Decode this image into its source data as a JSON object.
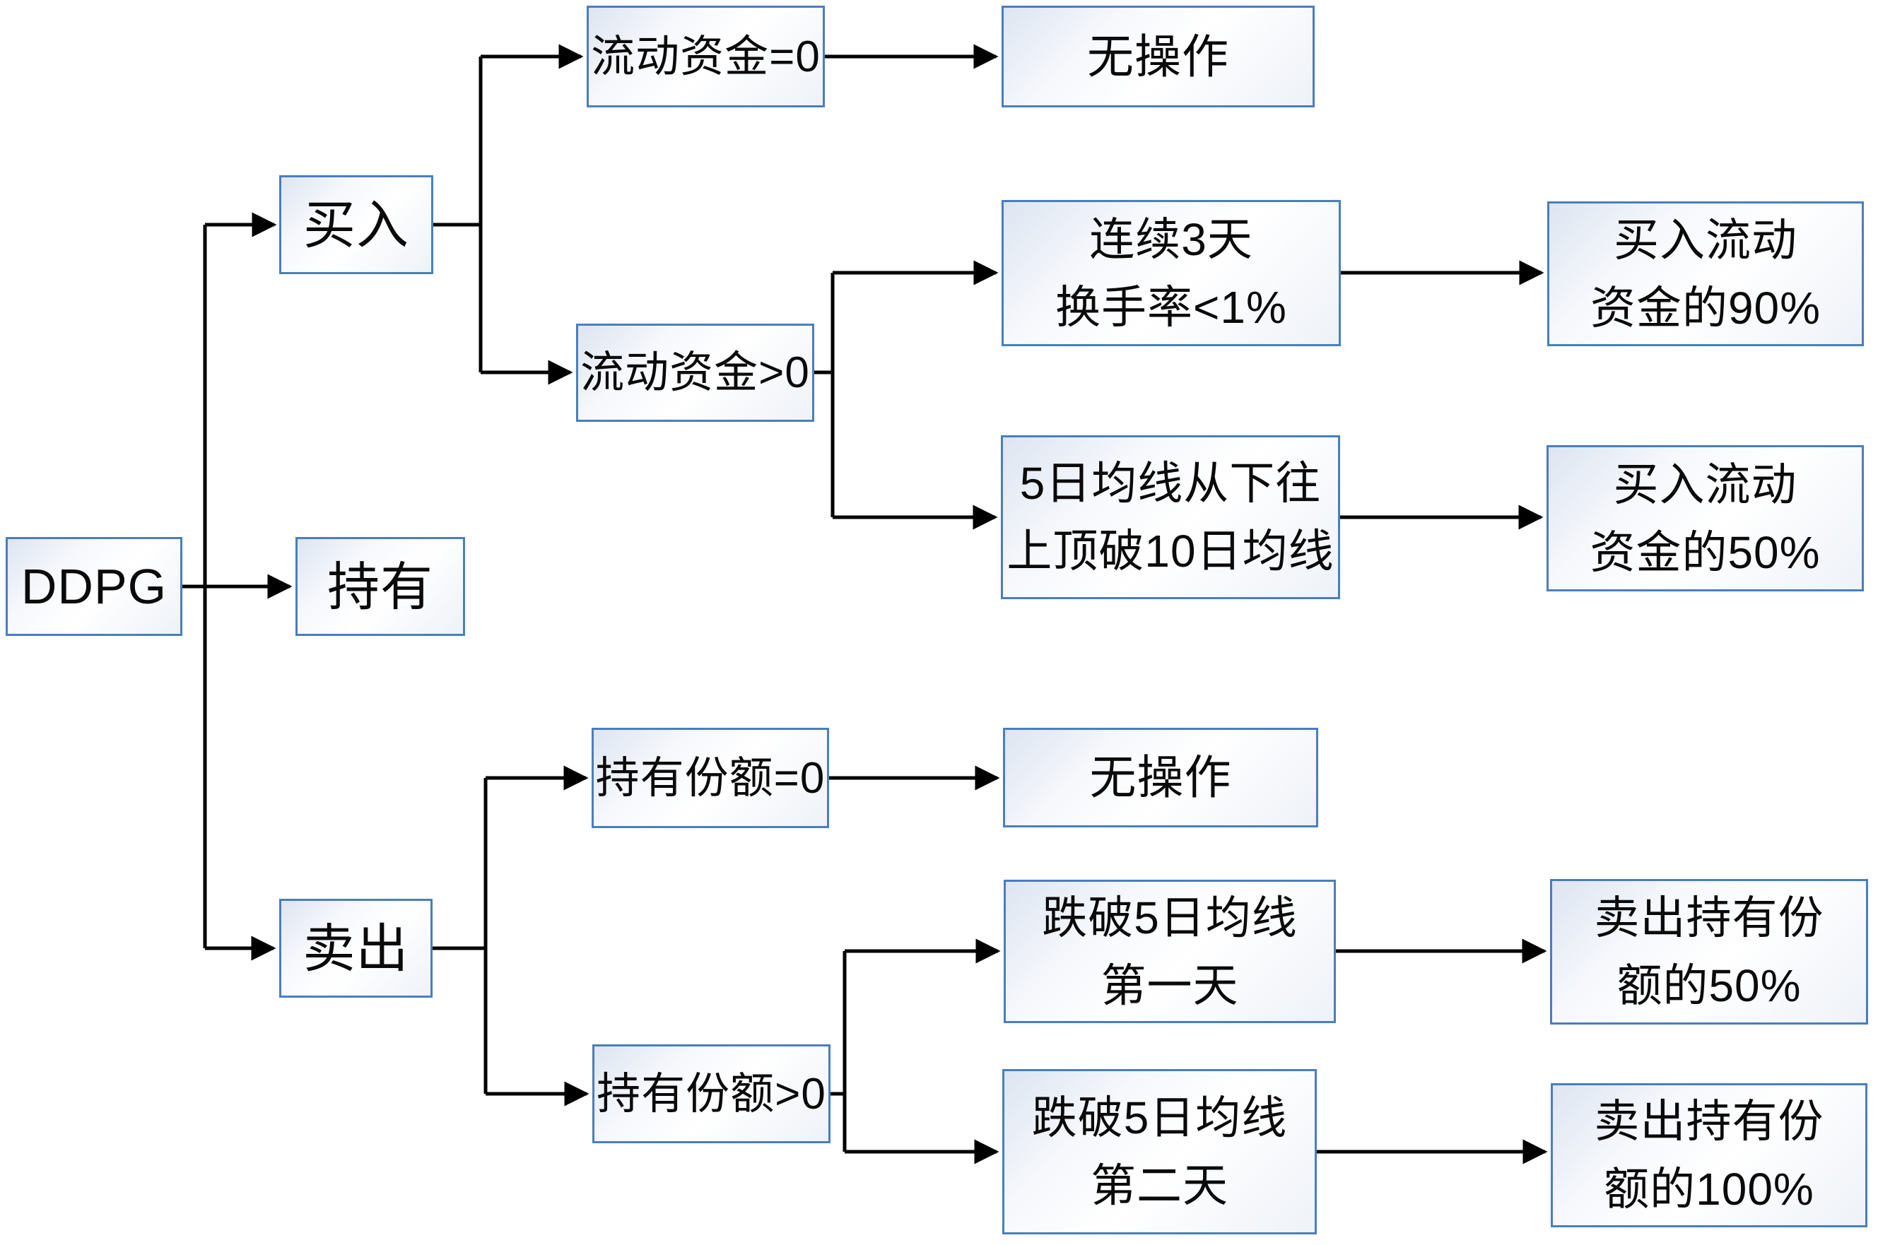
{
  "nodes": {
    "root": {
      "label": "DDPG"
    },
    "buy": {
      "label": "买入"
    },
    "hold": {
      "label": "持有"
    },
    "sell": {
      "label": "卖出"
    },
    "buy_no_funds": {
      "label": "流动资金=0"
    },
    "buy_no_funds_result": {
      "label": "无操作"
    },
    "buy_has_funds": {
      "label": "流动资金>0"
    },
    "buy_turnover": {
      "label": "连续3天\n换手率<1%"
    },
    "buy_turnover_result": {
      "label": "买入流动\n资金的90%"
    },
    "buy_ma_cross": {
      "label": "5日均线从下往\n上顶破10日均线"
    },
    "buy_ma_cross_result": {
      "label": "买入流动\n资金的50%"
    },
    "sell_no_shares": {
      "label": "持有份额=0"
    },
    "sell_no_shares_result": {
      "label": "无操作"
    },
    "sell_has_shares": {
      "label": "持有份额>0"
    },
    "sell_break_day1": {
      "label": "跌破5日均线\n第一天"
    },
    "sell_break_day1_result": {
      "label": "卖出持有份\n额的50%"
    },
    "sell_break_day2": {
      "label": "跌破5日均线\n第二天"
    },
    "sell_break_day2_result": {
      "label": "卖出持有份\n额的100%"
    }
  },
  "edges": [
    {
      "from": "root",
      "to": "buy"
    },
    {
      "from": "root",
      "to": "hold"
    },
    {
      "from": "root",
      "to": "sell"
    },
    {
      "from": "buy",
      "to": "buy_no_funds"
    },
    {
      "from": "buy",
      "to": "buy_has_funds"
    },
    {
      "from": "buy_no_funds",
      "to": "buy_no_funds_result"
    },
    {
      "from": "buy_has_funds",
      "to": "buy_turnover"
    },
    {
      "from": "buy_has_funds",
      "to": "buy_ma_cross"
    },
    {
      "from": "buy_turnover",
      "to": "buy_turnover_result"
    },
    {
      "from": "buy_ma_cross",
      "to": "buy_ma_cross_result"
    },
    {
      "from": "sell",
      "to": "sell_no_shares"
    },
    {
      "from": "sell",
      "to": "sell_has_shares"
    },
    {
      "from": "sell_no_shares",
      "to": "sell_no_shares_result"
    },
    {
      "from": "sell_has_shares",
      "to": "sell_break_day1"
    },
    {
      "from": "sell_has_shares",
      "to": "sell_break_day2"
    },
    {
      "from": "sell_break_day1",
      "to": "sell_break_day1_result"
    },
    {
      "from": "sell_break_day2",
      "to": "sell_break_day2_result"
    }
  ],
  "colors": {
    "box_border": "#4a7ebc",
    "box_fill_top": "#dde5f1",
    "box_fill_bottom": "#eef2f8",
    "connector": "#000000",
    "text": "#0a0a0a",
    "background": "#ffffff"
  }
}
